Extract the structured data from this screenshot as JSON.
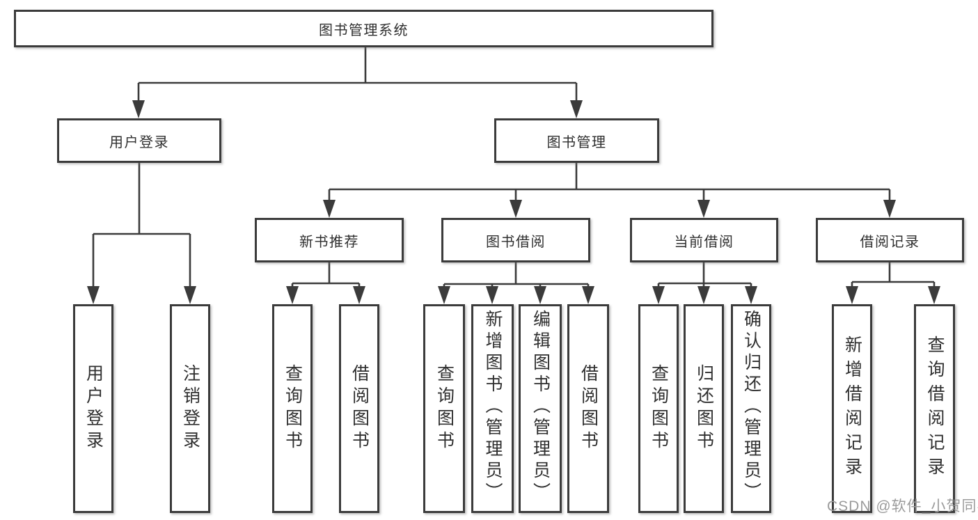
{
  "tree": {
    "root": {
      "label": "图书管理系统",
      "children": [
        {
          "label": "用户登录",
          "children": [
            {
              "label": "用户登录"
            },
            {
              "label": "注销登录"
            }
          ]
        },
        {
          "label": "图书管理",
          "children": [
            {
              "label": "新书推荐",
              "children": [
                {
                  "label": "查询图书"
                },
                {
                  "label": "借阅图书"
                }
              ]
            },
            {
              "label": "图书借阅",
              "children": [
                {
                  "label": "查询图书"
                },
                {
                  "label": "新增图书（管理员）"
                },
                {
                  "label": "编辑图书（管理员）"
                },
                {
                  "label": "借阅图书"
                }
              ]
            },
            {
              "label": "当前借阅",
              "children": [
                {
                  "label": "查询图书"
                },
                {
                  "label": "归还图书"
                },
                {
                  "label": "确认归还（管理员）"
                }
              ]
            },
            {
              "label": "借阅记录",
              "children": [
                {
                  "label": "新增借阅记录"
                },
                {
                  "label": "查询借阅记录"
                }
              ]
            }
          ]
        }
      ]
    }
  },
  "watermark": {
    "text": "CSDN @软件_小贺同学"
  },
  "colors": {
    "line": "#3b3b3b",
    "text": "#2f2f2f",
    "box_fill": "#ffffff",
    "background": "#ffffff",
    "watermark": "#9b9b9b"
  }
}
